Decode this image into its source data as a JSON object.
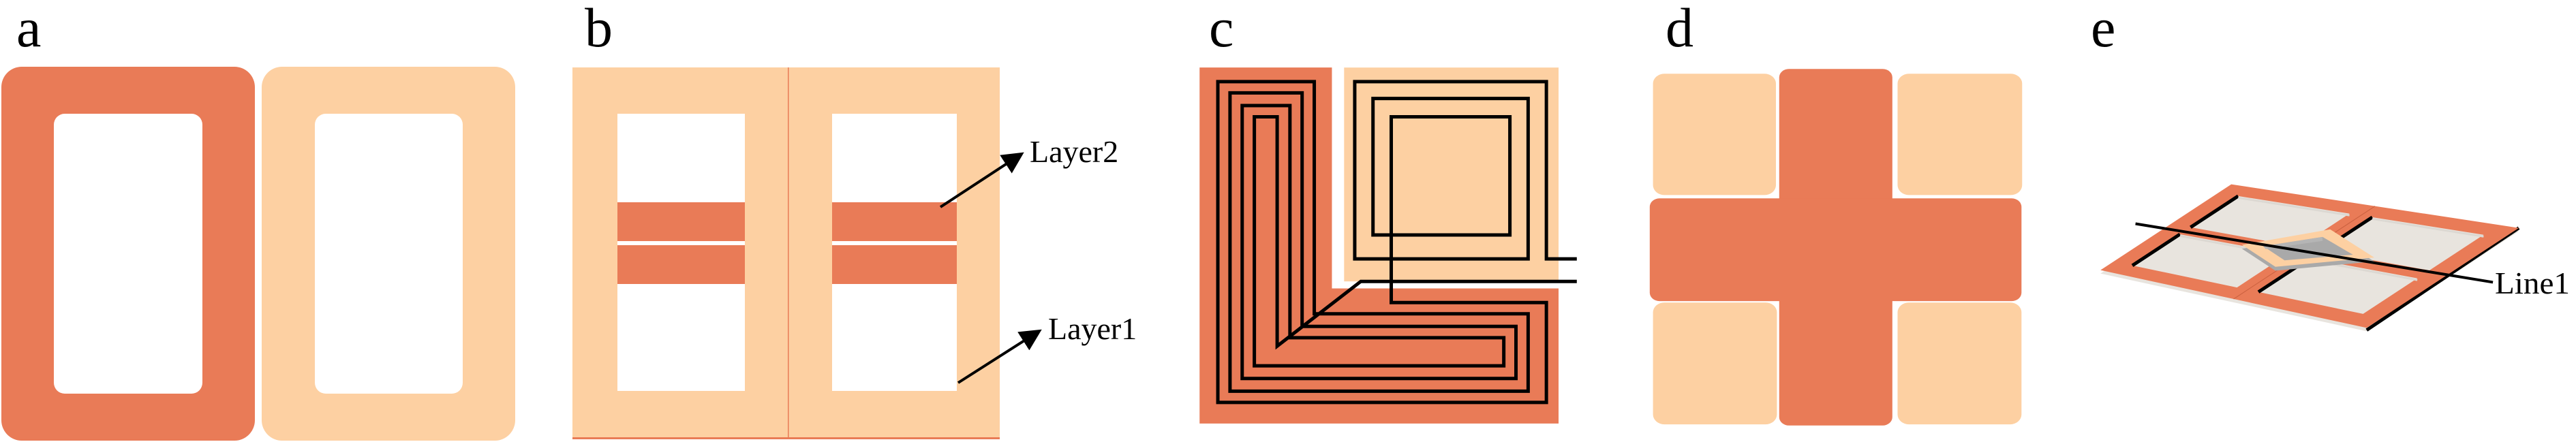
{
  "colors": {
    "orange": "#E97B57",
    "peach": "#FDD0A2",
    "line": "#000000"
  },
  "panels": {
    "a": {
      "label": "a"
    },
    "b": {
      "label": "b",
      "annotations": {
        "layer2": "Layer2",
        "layer1": "Layer1"
      }
    },
    "c": {
      "label": "c"
    },
    "d": {
      "label": "d"
    },
    "e": {
      "label": "e",
      "annotations": {
        "line1": "Line1"
      }
    }
  }
}
